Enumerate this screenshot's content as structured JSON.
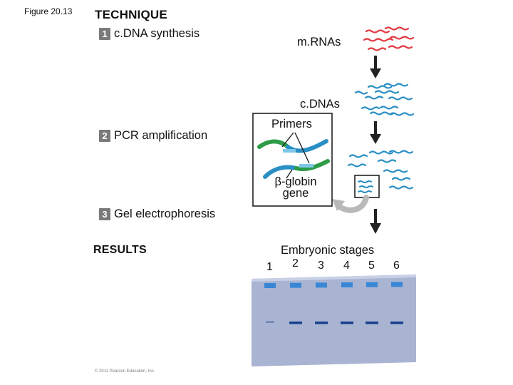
{
  "figure_label": "Figure 20.13",
  "technique_title": "TECHNIQUE",
  "steps": [
    {
      "number": "1",
      "label": "c.DNA synthesis"
    },
    {
      "number": "2",
      "label": "PCR amplification"
    },
    {
      "number": "3",
      "label": "Gel electrophoresis"
    }
  ],
  "labels": {
    "mrnas": "m.RNAs",
    "cdnas": "c.DNAs",
    "primers": "Primers",
    "beta_globin_line1": "β-globin",
    "beta_globin_line2": "gene"
  },
  "results_title": "RESULTS",
  "gel": {
    "title": "Embryonic stages",
    "stages": [
      "1",
      "2",
      "3",
      "4",
      "5",
      "6"
    ],
    "band_present": [
      false,
      true,
      true,
      true,
      true,
      true
    ]
  },
  "copyright": "© 2011 Pearson Education, Inc.",
  "colors": {
    "mrna": "#e2373f",
    "cdna": "#2a8fc4",
    "primer": "#7ec7e8",
    "strand_green": "#2d9b47",
    "gel_bg": "#a9b4d2",
    "well": "#3a86d6",
    "band": "#163f8c",
    "arrow": "#222222",
    "loop_arrow": "#b9b9b9"
  }
}
